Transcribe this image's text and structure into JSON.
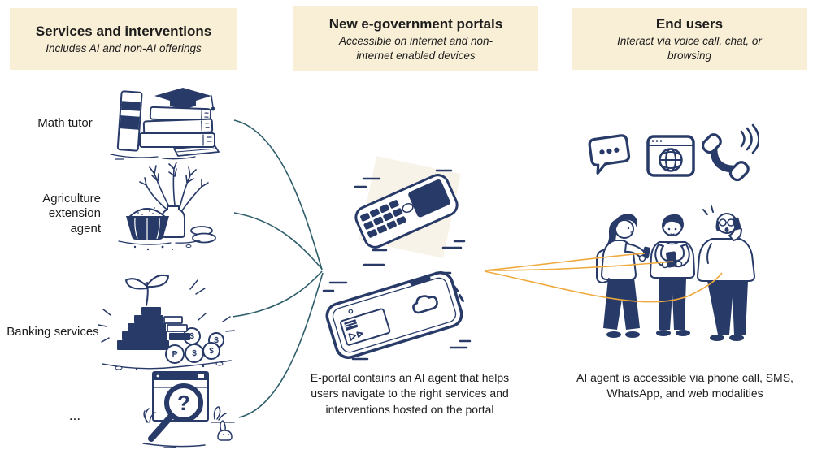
{
  "colors": {
    "navy": "#283a68",
    "teal": "#2e5e6b",
    "orange": "#efa93c",
    "header": "#f9eed6",
    "tile": "#f8f3e8",
    "text": "#1c1c1c"
  },
  "columns": [
    {
      "id": "services",
      "title": "Services and interventions",
      "subtitle": "Includes AI and non-AI offerings"
    },
    {
      "id": "portals",
      "title": "New e-government portals",
      "subtitle": "Accessible on internet and non-internet enabled devices"
    },
    {
      "id": "users",
      "title": "End users",
      "subtitle": "Interact via voice call, chat, or browsing"
    }
  ],
  "services": [
    {
      "label": "Math tutor",
      "icon": "books-graduation-cap-illustration"
    },
    {
      "label": "Agriculture extension agent",
      "icon": "grain-basket-wheat-illustration"
    },
    {
      "label": "Banking services",
      "icon": "coins-savings-plant-illustration"
    },
    {
      "label": "...",
      "icon": "browser-search-question-illustration"
    }
  ],
  "portals": {
    "caption": "E-portal contains an AI agent that helps users navigate to the right services and interventions hosted on the portal",
    "devices": [
      "feature-phone-illustration",
      "smartphone-illustration"
    ]
  },
  "users": {
    "caption": "AI agent is accessible via phone call, SMS, WhatsApp, and web modalities",
    "channels": [
      "chat-bubble-icon",
      "web-browser-globe-icon",
      "phone-call-icon"
    ],
    "illustration": "three-people-using-phones-illustration"
  }
}
